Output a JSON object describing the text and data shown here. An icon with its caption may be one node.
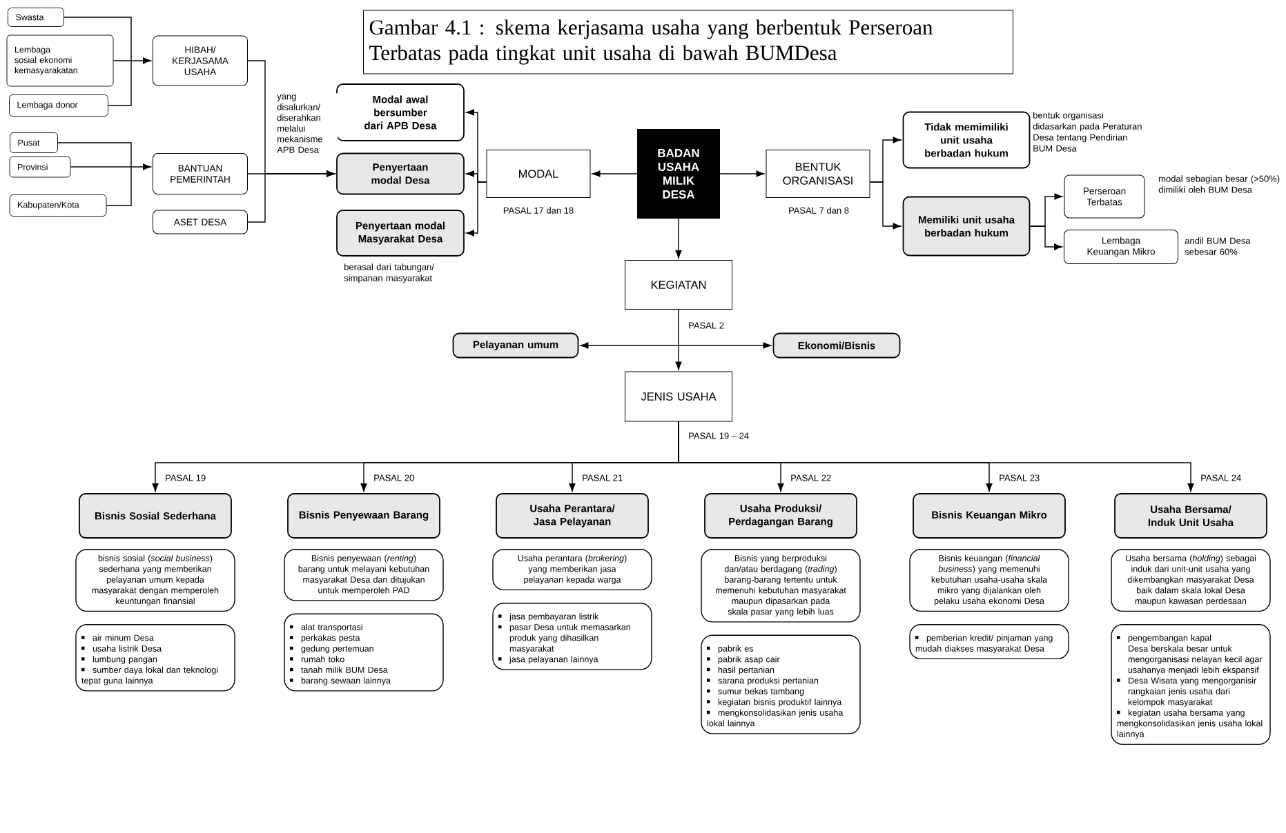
{
  "diagram": {
    "title": "Gambar 4.1 : skema kerjasama usaha yang berbentuk Perseroan Terbatas pada tingkat unit usaha di bawah BUMDesa",
    "nodes": [
      {
        "text": [
          "Swasta"
        ]
      },
      {
        "text": [
          "Lembaga sosial ekonomi kemasyarakatan"
        ]
      },
      {
        "text": [
          "Lembaga donor"
        ]
      },
      {
        "text": [
          "Pusat"
        ]
      },
      {
        "text": [
          "Provinsi"
        ]
      },
      {
        "text": [
          "Kabupaten/Kota"
        ]
      },
      {
        "text": [
          "HIBAH/ KERJASAMA USAHA"
        ]
      },
      {
        "text": [
          "BANTUAN PEMERINTAH"
        ]
      },
      {
        "text": [
          "ASET DESA"
        ]
      },
      {
        "text": [
          "Modal awal bersumber dari APB Desa"
        ]
      },
      {
        "text": [
          "Penyertaan modal Desa"
        ]
      },
      {
        "text": [
          "Penyertaan modal Masyarakat Desa"
        ],
        "beside": [
          "berasal dari tabungan/ simpanan masyarakat"
        ]
      },
      {
        "text": [
          "MODAL"
        ],
        "beside": [
          "PASAL 17 dan 18"
        ]
      },
      {
        "text": [
          "BADAN USAHA MILIK DESA"
        ]
      },
      {
        "text": [
          "BENTUK ORGANISASI"
        ],
        "beside": [
          "PASAL 7 dan 8"
        ]
      },
      {
        "text": [
          "Tidak memimiliki unit usaha berbadan hukum"
        ],
        "beside": [
          "bentuk organisasi didasarkan pada Peraturan Desa tentang Pendirian BUM Desa"
        ]
      },
      {
        "text": [
          "Memiliki unit usaha berbadan hukum"
        ]
      },
      {
        "text": [
          "Perseroan Terbatas"
        ],
        "beside": [
          "modal sebagian besar (>50%) dimiliki oleh BUM Desa"
        ]
      },
      {
        "text": [
          "Lembaga Keuangan Mikro"
        ],
        "beside": [
          "andil BUM Desa sebesar 60%"
        ]
      },
      {
        "text": [
          "KEGIATAN"
        ]
      },
      {
        "text": [
          "Pelayanan umum"
        ]
      },
      {
        "text": [
          "Ekonomi/Bisnis"
        ]
      },
      {
        "text": [
          "JENIS USAHA"
        ]
      },
      {
        "text": [
          "Bisnis Sosial Sederhana"
        ]
      },
      {
        "text": [
          "Bisnis Penyewaan Barang"
        ]
      },
      {
        "text": [
          "Usaha Perantara/ Jasa Pelayanan"
        ]
      },
      {
        "text": [
          "Usaha Produksi/ Perdagangan Barang"
        ]
      },
      {
        "text": [
          "Bisnis Keuangan Mikro"
        ]
      },
      {
        "text": [
          "Usaha Bersama/ Induk Unit Usaha"
        ]
      },
      {
        "text": [
          "bisnis sosial (*social business*) sederhana yang memberikan pelayanan umum kepada masyarakat dengan memperoleh keuntungan finansial"
        ]
      },
      {
        "text": [
          "Bisnis penyewaan (*renting*) barang untuk melayani kebutuhan masyarakat Desa dan ditujukan untuk memperoleh PAD"
        ]
      },
      {
        "text": [
          "Usaha perantara (*brokering*) yang memberikan jasa pelayanan kepada warga"
        ]
      },
      {
        "text": [
          "Bisnis yang berproduksi dan/atau berdagang (*trading*) barang-barang tertentu untuk memenuhi kebutuhan masyarakat maupun dipasarkan pada skala pasar yang lebih luas"
        ]
      },
      {
        "text": [
          "Bisnis keuangan (*financial business*) yang memenuhi kebutuhan usaha-usaha skala mikro yang dijalankan oleh pelaku usaha ekonomi Desa"
        ]
      },
      {
        "text": [
          "Usaha bersama (*holding*) sebagai induk dari unit-unit usaha yang dikembangkan masyarakat Desa baik dalam skala lokal Desa maupun kawasan perdesaan"
        ]
      },
      {
        "text": [
          "air minum Desa",
          "usaha listrik Desa",
          "lumbung pangan",
          "sumber daya lokal dan teknologi tepat guna lainnya"
        ]
      },
      {
        "text": [
          "alat transportasi",
          "perkakas pesta",
          "gedung pertemuan",
          "rumah toko",
          "tanah milik BUM Desa",
          "barang sewaan lainnya"
        ]
      },
      {
        "text": [
          "jasa pembayaran listrik",
          "pasar Desa untuk memasarkan produk yang dihasilkan masyarakat",
          "jasa pelayanan lainnya"
        ]
      },
      {
        "text": [
          "pabrik es",
          "pabrik asap cair",
          "hasil pertanian",
          "sarana produksi pertanian",
          "sumur bekas tambang",
          "kegiatan bisnis produktif lainnya",
          "mengkonsolidasikan jenis usaha lokal lainnya"
        ]
      },
      {
        "text": [
          "pemberian kredit/ pinjaman yang mudah diakses masyarakat Desa"
        ]
      },
      {
        "text": [
          "pengembangan kapal Desa berskala besar untuk mengorganisasi nelayan kecil agar usahanya menjadi lebih ekspansif",
          "Desa Wisata yang mengorganisir rangkaian jenis usaha dari kelompok masyarakat",
          "kegiatan usaha bersama yang mengkonsolidasikan jenis usaha lokal lainnya"
        ]
      }
    ],
    "edges": [
      {
        "from": 0,
        "to": 6,
        "arrow": "to"
      },
      {
        "from": 1,
        "to": 6,
        "arrow": "to"
      },
      {
        "from": 2,
        "to": 6,
        "arrow": "to"
      },
      {
        "from": 3,
        "to": 7,
        "arrow": "to"
      },
      {
        "from": 4,
        "to": 7,
        "arrow": "to"
      },
      {
        "from": 5,
        "to": 7,
        "arrow": "to"
      },
      {
        "from": 6,
        "to": 10,
        "arrow": "to"
      },
      {
        "from": 7,
        "to": 10,
        "arrow": "to",
        "label": "yang disalurkan/ diserahkan melalui mekanisme APB Desa"
      },
      {
        "from": 8,
        "to": 10,
        "arrow": "to"
      },
      {
        "from": 12,
        "to": 9,
        "arrow": "to"
      },
      {
        "from": 12,
        "to": 10,
        "arrow": "to"
      },
      {
        "from": 12,
        "to": 11,
        "arrow": "to"
      },
      {
        "from": 13,
        "to": 12,
        "arrow": "to"
      },
      {
        "from": 13,
        "to": 14,
        "arrow": "to"
      },
      {
        "from": 14,
        "to": 15,
        "arrow": "to"
      },
      {
        "from": 14,
        "to": 16,
        "arrow": "to"
      },
      {
        "from": 16,
        "to": 17,
        "arrow": "to"
      },
      {
        "from": 16,
        "to": 18,
        "arrow": "to"
      },
      {
        "from": 13,
        "to": 19,
        "arrow": "to"
      },
      {
        "from": 19,
        "to": 22,
        "arrow": "to",
        "label": "PASAL 2"
      },
      {
        "from": 20,
        "to": 21,
        "arrow": "both"
      },
      {
        "from": 22,
        "to": 23,
        "arrow": "to",
        "label": "PASAL 19"
      },
      {
        "from": 22,
        "to": 24,
        "arrow": "to",
        "label": "PASAL 20"
      },
      {
        "from": 22,
        "to": 25,
        "arrow": "to",
        "label": "PASAL 21"
      },
      {
        "from": 22,
        "to": 26,
        "arrow": "to",
        "label": "PASAL 22"
      },
      {
        "from": 22,
        "to": 27,
        "arrow": "to",
        "label": "PASAL 23"
      },
      {
        "from": 22,
        "to": 28,
        "arrow": "to",
        "label": "PASAL 24"
      }
    ],
    "labels": [
      "PASAL 19 – 24"
    ]
  }
}
